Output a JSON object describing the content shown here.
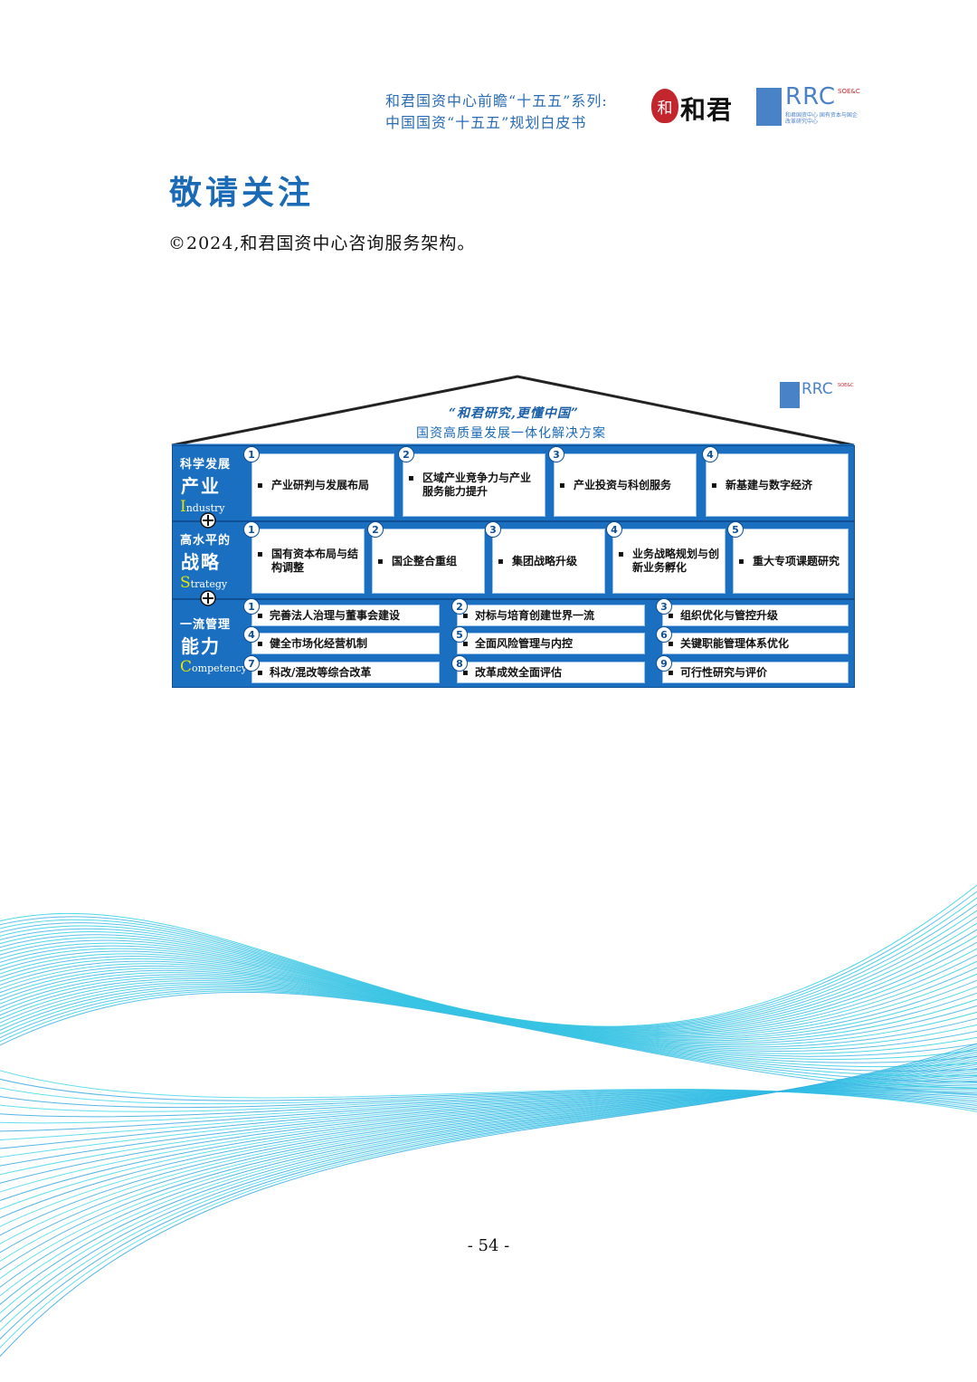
{
  "header": {
    "line1": "和君国资中心前瞻“十五五”系列:",
    "line2": "中国国资“十五五”规划白皮书",
    "logo_hejun_seal": "和",
    "logo_hejun_text": "和君",
    "logo_rrc_text": "RRC",
    "logo_rrc_sub": "SOE&C",
    "logo_rrc_caption": "和君国资中心 国有资本与国企改革研究中心"
  },
  "title": "敬请关注",
  "subtitle": "©2024,和君国资中心咨询服务架构。",
  "diagram": {
    "rrc_text": "RRC",
    "rrc_sub": "SOE&C",
    "slogan": "“和君研究,更懂中国”",
    "roof_subtitle": "国资高质量发展一体化解决方案",
    "rows": [
      {
        "label_small": "科学发展",
        "label_big": "产业",
        "label_en_initial": "I",
        "label_en_rest": "ndustry",
        "items": [
          {
            "num": "1",
            "text": "产业研判与发展布局"
          },
          {
            "num": "2",
            "text": "区域产业竞争力与产业服务能力提升"
          },
          {
            "num": "3",
            "text": "产业投资与科创服务"
          },
          {
            "num": "4",
            "text": "新基建与数字经济"
          }
        ]
      },
      {
        "label_small": "高水平的",
        "label_big": "战略",
        "label_en_initial": "S",
        "label_en_rest": "trategy",
        "items": [
          {
            "num": "1",
            "text": "国有资本布局与结构调整"
          },
          {
            "num": "2",
            "text": "国企整合重组"
          },
          {
            "num": "3",
            "text": "集团战略升级"
          },
          {
            "num": "4",
            "text": "业务战略规划与创新业务孵化"
          },
          {
            "num": "5",
            "text": "重大专项课题研究"
          }
        ]
      },
      {
        "label_small": "一流管理",
        "label_big": "能力",
        "label_en_initial": "C",
        "label_en_rest": "ompetency",
        "items": [
          {
            "num": "1",
            "text": "完善法人治理与董事会建设"
          },
          {
            "num": "2",
            "text": "对标与培育创建世界一流"
          },
          {
            "num": "3",
            "text": "组织优化与管控升级"
          },
          {
            "num": "4",
            "text": "健全市场化经营机制"
          },
          {
            "num": "5",
            "text": "全面风险管理与内控"
          },
          {
            "num": "6",
            "text": "关键职能管理体系优化"
          },
          {
            "num": "7",
            "text": "科改/混改等综合改革"
          },
          {
            "num": "8",
            "text": "改革成效全面评估"
          },
          {
            "num": "9",
            "text": "可行性研究与评价"
          }
        ]
      }
    ]
  },
  "page_number": "- 54 -",
  "colors": {
    "brand_blue": "#1a6fc0",
    "title_blue": "#1a6ab5",
    "hejun_red": "#c4262e",
    "wave_cyan": "#34c8e8"
  }
}
